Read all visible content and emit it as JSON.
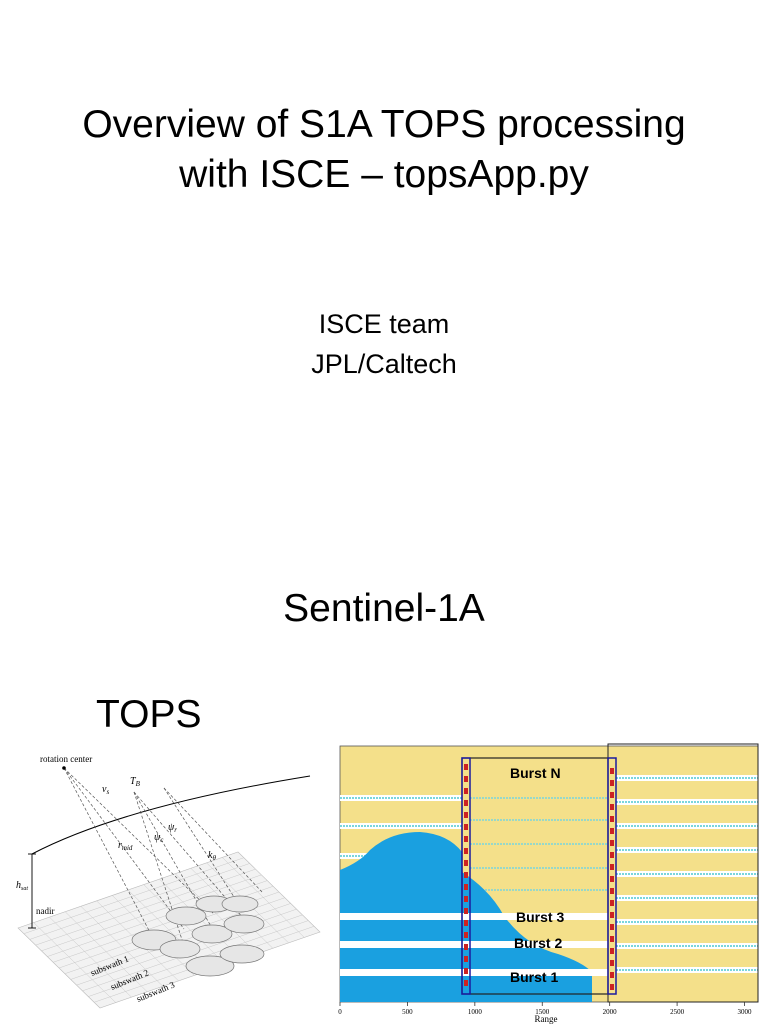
{
  "slide": {
    "title_line1": "Overview of S1A TOPS processing",
    "title_line2": "with ISCE – topsApp.py",
    "subtitle_line1": "ISCE team",
    "subtitle_line2": "JPL/Caltech",
    "section_title": "Sentinel-1A",
    "tops_label": "TOPS"
  },
  "geometry_figure": {
    "rotation_center": "rotation center",
    "vs": "v",
    "vs_sub": "s",
    "tb": "T",
    "tb_sub": "B",
    "psi_c": "ψ",
    "psi_c_sub": "c",
    "psi_r": "ψ",
    "psi_r_sub": "r",
    "r_mid": "r",
    "r_mid_sub": "mid",
    "k_phi": "k",
    "k_phi_sub": "θ",
    "h_sat": "h",
    "h_sat_sub": "sat",
    "nadir": "nadir",
    "subswaths": [
      "subswath 1",
      "subswath 2",
      "subswath 3"
    ]
  },
  "burst_figure": {
    "bursts": [
      "Burst N",
      "Burst 3",
      "Burst 2",
      "Burst 1"
    ],
    "x_ticks": [
      "0",
      "500",
      "1000",
      "1500",
      "2000",
      "2500",
      "3000"
    ],
    "xlabel": "Range",
    "colors": {
      "background": "#f4e08a",
      "water": "#1aa0e0",
      "stripe_line": "#7ad6dd",
      "frame": "#1a1aa0",
      "marker": "#cc2222"
    }
  }
}
